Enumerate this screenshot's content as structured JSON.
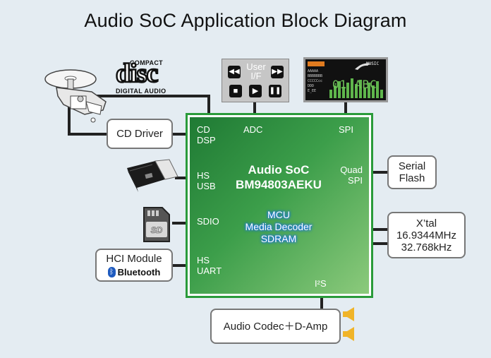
{
  "title": "Audio SoC Application Block Diagram",
  "soc": {
    "name": "Audio SoC",
    "part": "BM94803AEKU",
    "functions": [
      "MCU",
      "Media Decoder",
      "SDRAM"
    ]
  },
  "pins": {
    "cd": [
      "CD",
      "DSP"
    ],
    "adc": "ADC",
    "spi": "SPI",
    "usb": [
      "HS",
      "USB"
    ],
    "quad_spi": [
      "Quad",
      "SPI"
    ],
    "sdio": "SDIO",
    "uart": [
      "HS",
      "UART"
    ],
    "i2s": "I²S"
  },
  "blocks": {
    "cd_driver": "CD Driver",
    "serial_flash": [
      "Serial",
      "Flash"
    ],
    "xtal": [
      "X’tal",
      "16.9344MHz",
      "32.768kHz"
    ],
    "hci_module": "HCI Module",
    "bluetooth": "Bluetooth",
    "codec": "Audio Codec＋D-Amp",
    "user_if": [
      "User",
      "I/F"
    ]
  },
  "logos": {
    "compact_disc_top": "COMPACT",
    "compact_disc_main": "disc",
    "compact_disc_bottom": "DIGITAL AUDIO"
  },
  "lcd": {
    "display": "01 ABC",
    "tag": "MUSIC"
  },
  "colors": {
    "soc_green": "#2a9b3a",
    "background": "#e4ecf2",
    "speaker": "#f0b429"
  }
}
